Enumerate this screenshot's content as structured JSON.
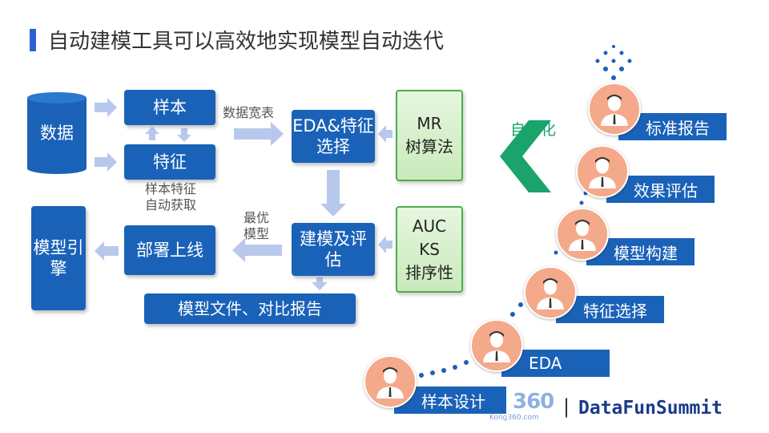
{
  "title": "自动建模工具可以高效地实现模型自动迭代",
  "flow": {
    "data_label": "数据",
    "sample_label": "样本",
    "feature_label": "特征",
    "wide_table_label": "数据宽表",
    "eda_label": "EDA&特征选择",
    "mr_line1": "MR",
    "mr_line2": "树算法",
    "auto_feature_label": "样本特征自动获取",
    "auto_feature_line1": "样本特征",
    "auto_feature_line2": "自动获取",
    "model_engine_label": "模型引擎",
    "deploy_label": "部署上线",
    "best_model_line1": "最优",
    "best_model_line2": "模型",
    "build_eval_label": "建模及评估",
    "auc_label": "AUC",
    "ks_label": "KS",
    "rank_label": "排序性",
    "report_label": "模型文件、对比报告"
  },
  "automation": {
    "label": "自动化",
    "accent_color": "#1aa36a"
  },
  "steps": [
    "标准报告",
    "效果评估",
    "模型构建",
    "特征选择",
    "EDA",
    "样本设计"
  ],
  "logos": {
    "left_logo": "360",
    "left_logo_sub": "Kong360.com",
    "divider": "|",
    "right_logo": "DataFunSummit"
  },
  "colors": {
    "box_blue": "#1a62b8",
    "arrow_blue": "#b8c8ec",
    "title_bar": "#2f5fd6"
  }
}
